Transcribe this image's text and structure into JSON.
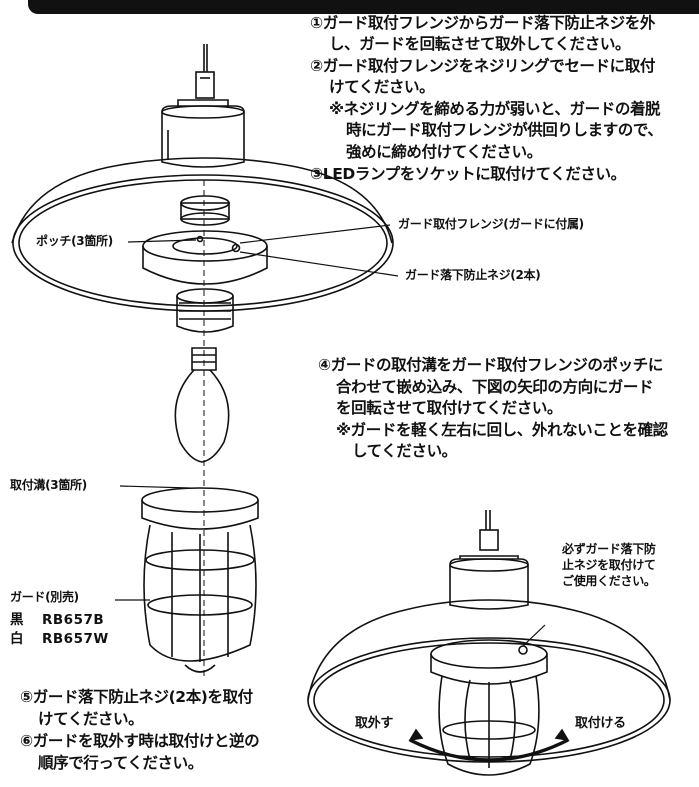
{
  "steps": {
    "s1_line1": "①ガード取付フレンジからガード落下防止ネジを外",
    "s1_line2": "し、ガードを回転させて取外してください。",
    "s2_line1": "②ガード取付フレンジをネジリングでセードに取付",
    "s2_line2": "けてください。",
    "s2_note1": "※ネジリングを締める力が弱いと、ガードの着脱",
    "s2_note2": "時にガード取付フレンジが供回りしますので、",
    "s2_note3": "強めに締め付けてください。",
    "s3_line1": "③LEDランプをソケットに取付けてください。",
    "s4_line1": "④ガードの取付溝をガード取付フレンジのポッチに",
    "s4_line2": "合わせて嵌め込み、下図の矢印の方向にガード",
    "s4_line3": "を回転させて取付けてください。",
    "s4_note1": "※ガードを軽く左右に回し、外れないことを確認",
    "s4_note2": "してください。",
    "s5_line1": "⑤ガード落下防止ネジ(2本)を取付",
    "s5_line2": "けてください。",
    "s6_line1": "⑥ガードを取外す時は取付けと逆の",
    "s6_line2": "順序で行ってください。"
  },
  "labels": {
    "pocchi": "ポッチ(3箇所)",
    "flange": "ガード取付フレンジ(ガードに付属)",
    "screw": "ガード落下防止ネジ(2本)",
    "groove": "取付溝(3箇所)",
    "guard": "ガード(別売)",
    "black_label": "黒",
    "black_model": "RB657B",
    "white_label": "白",
    "white_model": "RB657W",
    "warning1": "必ずガード落下防",
    "warning2": "止ネジを取付けて",
    "warning3": "ご使用ください。",
    "remove": "取外す",
    "attach": "取付ける"
  }
}
